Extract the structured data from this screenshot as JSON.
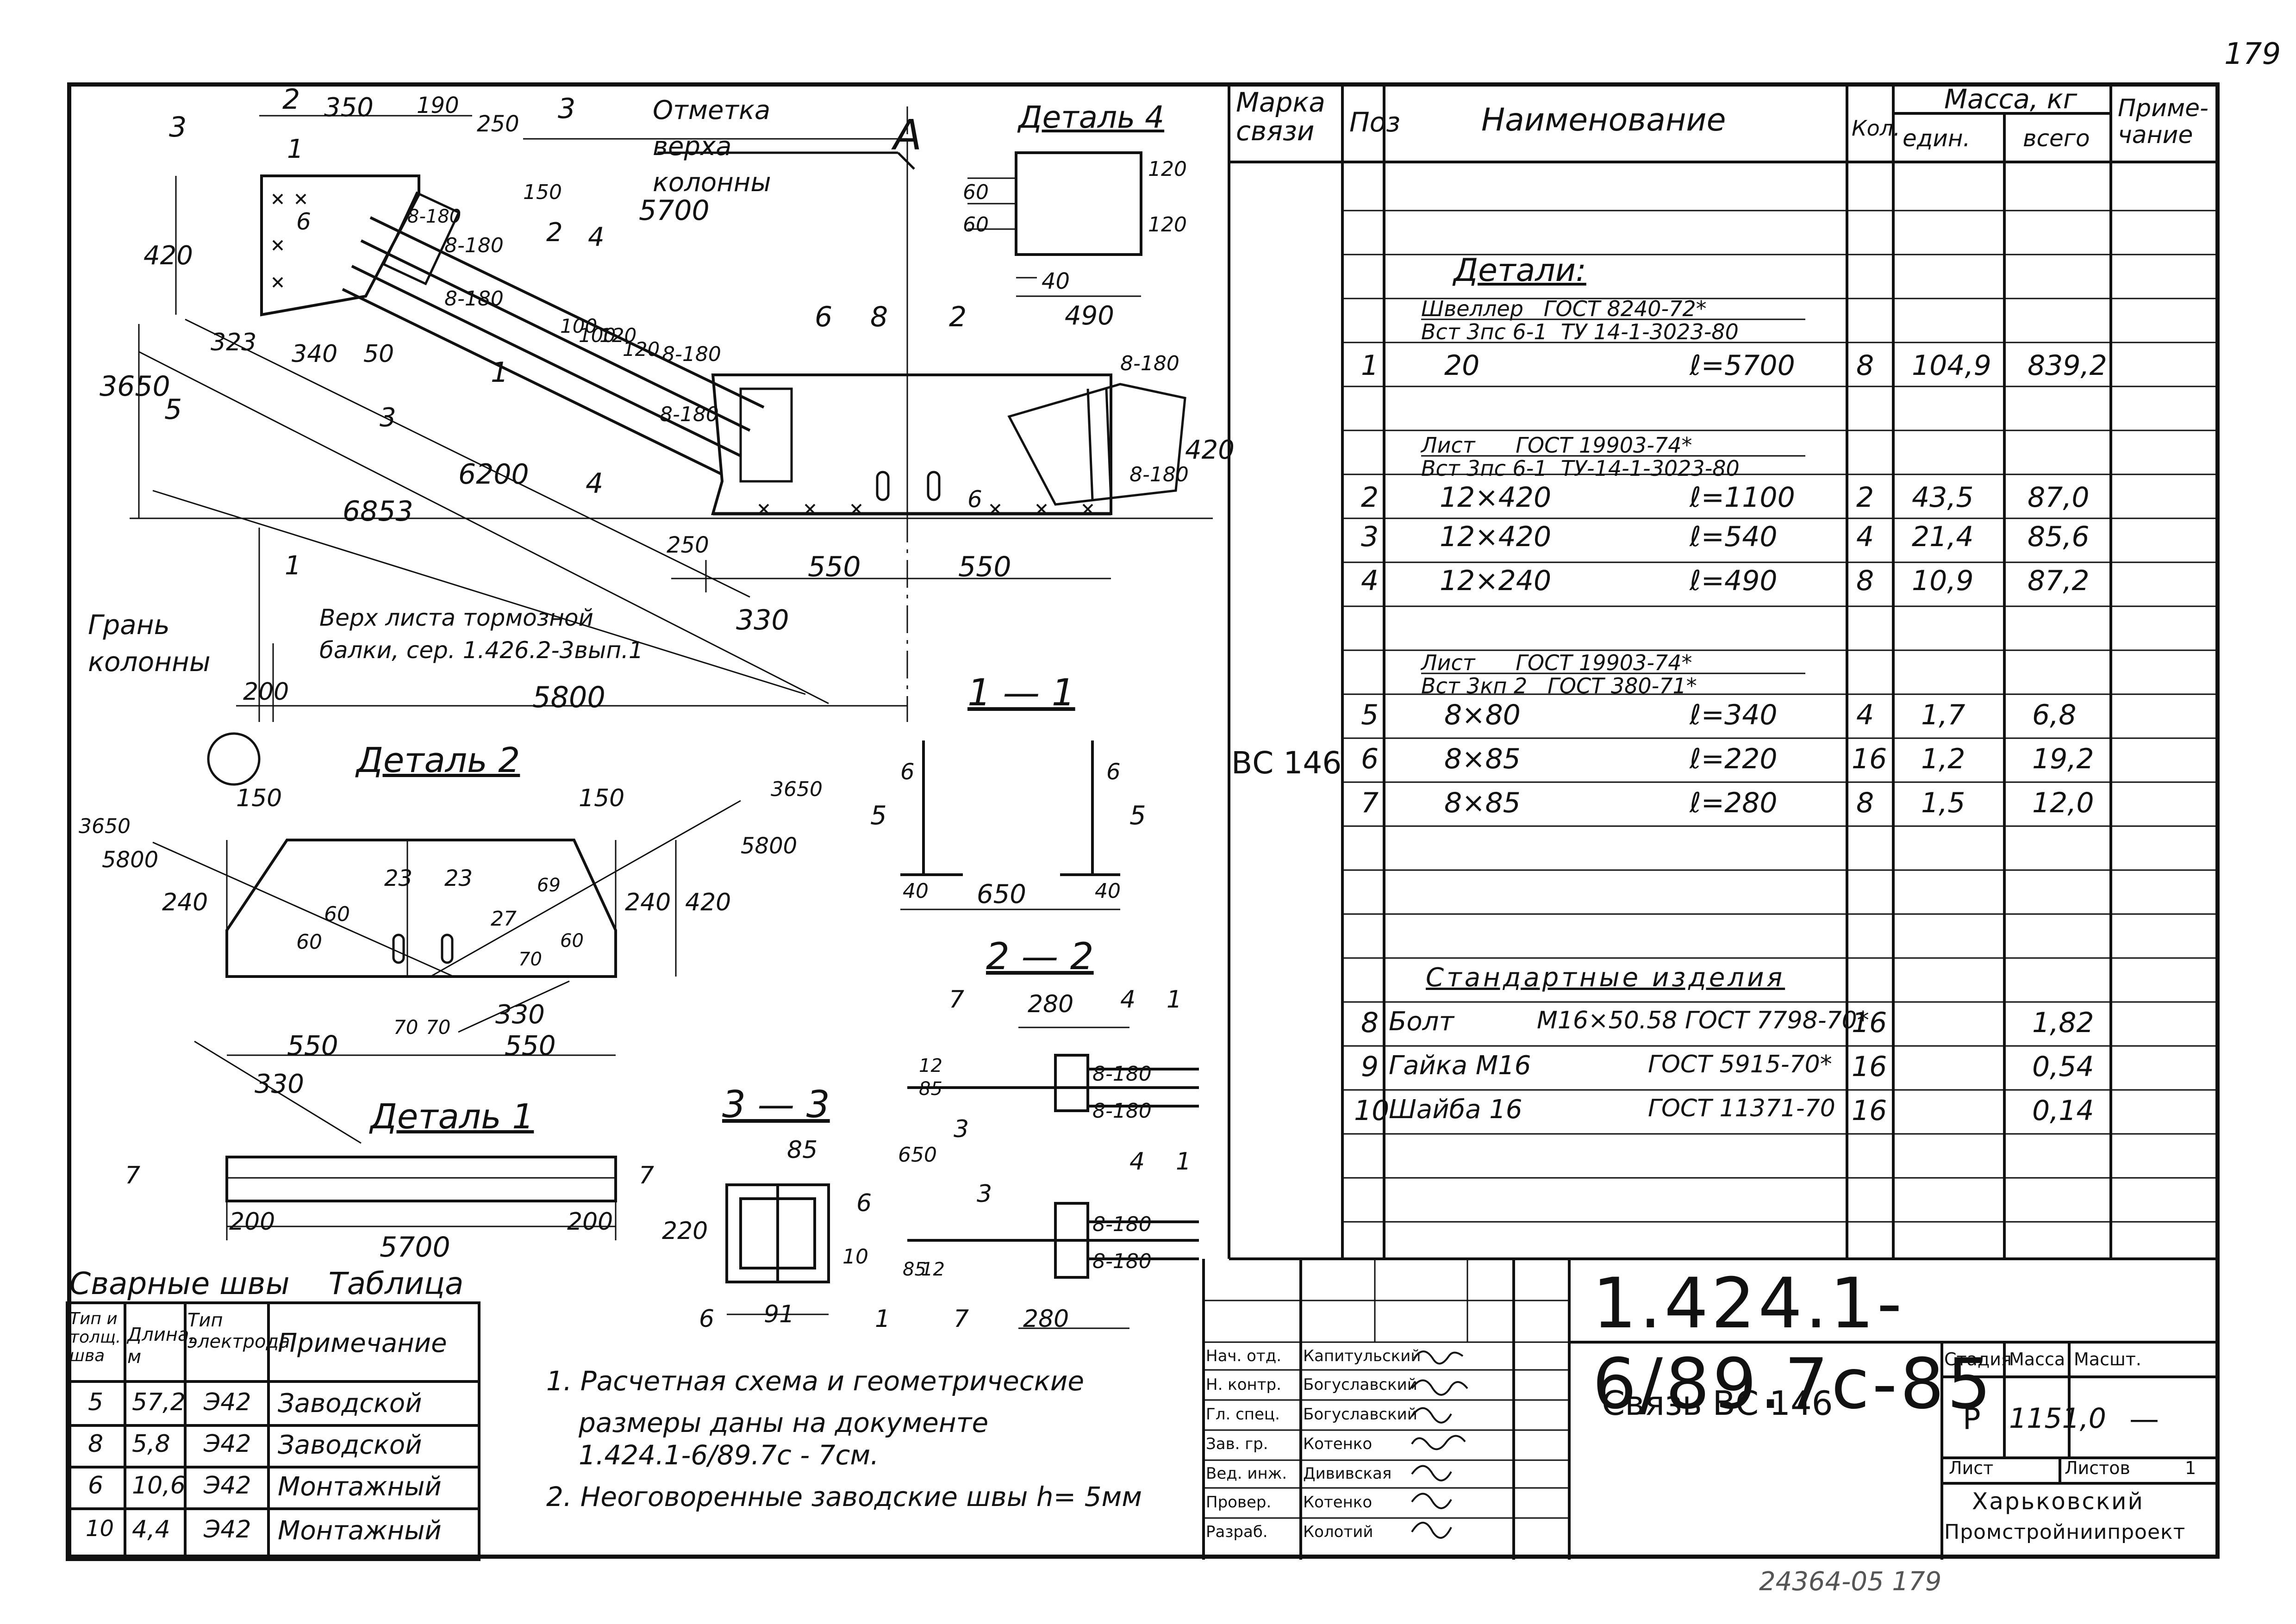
{
  "page": {
    "sheet_number_top": "179",
    "bottom_stamp": "24364-05 179",
    "column_top_label": "Отметка верха колонны",
    "column_face_label": "Грань колонны",
    "brake_beam_label": "Верх листа тормозной балки, сер. 1.426.2-3вып.1",
    "axis_symbol": "A"
  },
  "main_view": {
    "dims": [
      "350",
      "190",
      "250",
      "420",
      "3650",
      "323",
      "340",
      "50",
      "5700",
      "6200",
      "6853",
      "250",
      "550",
      "550",
      "330",
      "200",
      "5800",
      "150",
      "120",
      "120",
      "100",
      "420"
    ],
    "welds": [
      "8-180",
      "8-180",
      "8-180",
      "8-180",
      "8-180",
      "8-180"
    ],
    "pos_marks": [
      "1",
      "2",
      "3",
      "4",
      "5",
      "6",
      "8"
    ],
    "sections": [
      "2",
      "2",
      "3",
      "3",
      "1",
      "1",
      "4"
    ],
    "dim_labels": {
      "d350": "350",
      "d190": "190",
      "d250": "250",
      "d150": "150",
      "d420": "420",
      "d3650": "3650",
      "d323": "323",
      "d340": "340",
      "d50": "50",
      "d5700": "5700",
      "d6200": "6200",
      "d6853": "6853",
      "d250b": "250",
      "d550a": "550",
      "d550b": "550",
      "d330": "330",
      "d200": "200",
      "d5800": "5800",
      "d420r": "420",
      "d120": "120",
      "d120b": "120",
      "d100": "100",
      "d100b": "100",
      "w1": "8-180",
      "w2": "8-180",
      "w3": "8-180",
      "w4": "8-180",
      "w5": "8-180",
      "w6": "8-180",
      "w7": "8-180",
      "p1": "1",
      "p2": "2",
      "p3": "3",
      "p4": "4",
      "p5": "5",
      "p6": "6",
      "p8": "8",
      "p6b": "6",
      "p6c": "6",
      "s2": "2",
      "s3": "3",
      "s1": "1",
      "s3b": "3",
      "s4": "4",
      "s12": "2",
      "s1b": "1"
    }
  },
  "detail4": {
    "title": "Деталь 4",
    "dims": {
      "a": "60",
      "b": "60",
      "c": "120",
      "d": "120",
      "e": "40",
      "f": "490"
    }
  },
  "detail2": {
    "title": "Деталь 2",
    "dims": {
      "d150a": "150",
      "d150b": "150",
      "d3650a": "3650",
      "d5800a": "5800",
      "d3650b": "3650",
      "d5800b": "5800",
      "d240a": "240",
      "d240b": "240",
      "d420": "420",
      "d23a": "23",
      "d23b": "23",
      "d60a": "60",
      "d60b": "60",
      "d27": "27",
      "d69": "69",
      "d60c": "60",
      "d70": "70",
      "d70a": "70",
      "d70b": "70",
      "d550a": "550",
      "d550b": "550",
      "d330a": "330",
      "d330b": "330"
    }
  },
  "detail1": {
    "title": "Деталь 1",
    "dims": {
      "d7a": "7",
      "d7b": "7",
      "d200a": "200",
      "d200b": "200",
      "d5700": "5700"
    }
  },
  "section_1_1": {
    "title": "1 — 1",
    "dims": {
      "d5a": "5",
      "d5b": "5",
      "d40a": "40",
      "d40b": "40",
      "d650": "650",
      "d6a": "6",
      "d6b": "6"
    }
  },
  "section_2_2": {
    "title": "2 — 2",
    "dims": {
      "p7": "7",
      "d280": "280",
      "p4": "4",
      "p1": "1",
      "d12": "12",
      "d85": "85",
      "w1": "8-180",
      "w2": "8-180",
      "s3": "3"
    }
  },
  "section_3_3": {
    "title": "3 — 3",
    "dims": {
      "d85": "85",
      "d6": "6",
      "d220": "220",
      "d10": "10",
      "d650": "650",
      "d85b": "85",
      "d12": "12",
      "p6": "6",
      "d91": "91",
      "p1": "1",
      "p3": "3",
      "p4": "4",
      "p1b": "1",
      "w1": "8-180",
      "w2": "8-180",
      "p7": "7",
      "d280": "280"
    }
  },
  "weld_table": {
    "title": "Сварные швы    Таблица",
    "headers": [
      "Тип и толщ. шва",
      "Длина, м",
      "Тип электрода",
      "Примечание"
    ],
    "rows": [
      {
        "type": "5",
        "length": "57,2",
        "electrode": "Э42",
        "note": "Заводской"
      },
      {
        "type": "8",
        "length": "5,8",
        "electrode": "Э42",
        "note": "Заводской"
      },
      {
        "type": "6",
        "length": "10,6",
        "electrode": "Э42",
        "note": "Монтажный"
      },
      {
        "type": "10",
        "length": "4,4",
        "electrode": "Э42",
        "note": "Монтажный"
      }
    ]
  },
  "notes": [
    "1. Расчетная схема и геометрические",
    "размеры даны на документе",
    "1.424.1-6/89.7с - 7см.",
    "2. Неоговоренные заводские швы h= 5мм"
  ],
  "spec": {
    "headers": {
      "mark": "Марка связи",
      "pos": "Поз",
      "name": "Наименование",
      "qty": "Кол.",
      "mass": "Масса, кг",
      "unit": "един.",
      "total": "всего",
      "note": "Приме-чание"
    },
    "mark_value": "ВС 146",
    "section_details": "Детали:",
    "group1_l1": "Швеллер   ГОСТ 8240-72*",
    "group1_l2": "Вст 3пс 6-1  ТУ 14-1-3023-80",
    "group2_l1": "Лист      ГОСТ 19903-74*",
    "group2_l2": "Вст 3пс 6-1  ТУ-14-1-3023-80",
    "group3_l1": "Лист      ГОСТ 19903-74*",
    "group3_l2": "Вст 3кп 2   ГОСТ 380-71*",
    "section_std": "Стандартные изделия",
    "rows": [
      {
        "pos": "1",
        "name": "20",
        "len": "ℓ=5700",
        "qty": "8",
        "unit": "104,9",
        "total": "839,2"
      },
      {
        "pos": "2",
        "name": "12×420",
        "len": "ℓ=1100",
        "qty": "2",
        "unit": "43,5",
        "total": "87,0"
      },
      {
        "pos": "3",
        "name": "12×420",
        "len": "ℓ=540",
        "qty": "4",
        "unit": "21,4",
        "total": "85,6"
      },
      {
        "pos": "4",
        "name": "12×240",
        "len": "ℓ=490",
        "qty": "8",
        "unit": "10,9",
        "total": "87,2"
      },
      {
        "pos": "5",
        "name": "8×80",
        "len": "ℓ=340",
        "qty": "4",
        "unit": "1,7",
        "total": "6,8"
      },
      {
        "pos": "6",
        "name": "8×85",
        "len": "ℓ=220",
        "qty": "16",
        "unit": "1,2",
        "total": "19,2"
      },
      {
        "pos": "7",
        "name": "8×85",
        "len": "ℓ=280",
        "qty": "8",
        "unit": "1,5",
        "total": "12,0"
      },
      {
        "pos": "8",
        "name": "Болт",
        "len": "М16×50.58 ГОСТ 7798-70*",
        "qty": "16",
        "unit": "",
        "total": "1,82"
      },
      {
        "pos": "9",
        "name": "Гайка М16",
        "len": "ГОСТ 5915-70*",
        "qty": "16",
        "unit": "",
        "total": "0,54"
      },
      {
        "pos": "10",
        "name": "Шайба 16",
        "len": "ГОСТ 11371-70",
        "qty": "16",
        "unit": "",
        "total": "0,14"
      }
    ]
  },
  "title_block": {
    "doc_code": "1.424.1-6/89.7с-85",
    "title": "Связь ВС 146",
    "stage_label": "Стадия",
    "mass_label": "Масса",
    "scale_label": "Масшт.",
    "stage": "Р",
    "mass": "1151,0",
    "scale": "—",
    "sheet_label": "Лист",
    "sheets_label": "Листов",
    "sheets": "1",
    "org_line1": "Харьковский",
    "org_line2": "Промстройниипроект",
    "roles": [
      {
        "role": "Нач. отд.",
        "name": "Капитульский"
      },
      {
        "role": "Н. контр.",
        "name": "Богуславский"
      },
      {
        "role": "Гл. спец.",
        "name": "Богуславский"
      },
      {
        "role": "Зав. гр.",
        "name": "Котенко"
      },
      {
        "role": "Вед. инж.",
        "name": "Дививская"
      },
      {
        "role": "Провер.",
        "name": "Котенко"
      },
      {
        "role": "Разраб.",
        "name": "Колотий"
      }
    ]
  }
}
